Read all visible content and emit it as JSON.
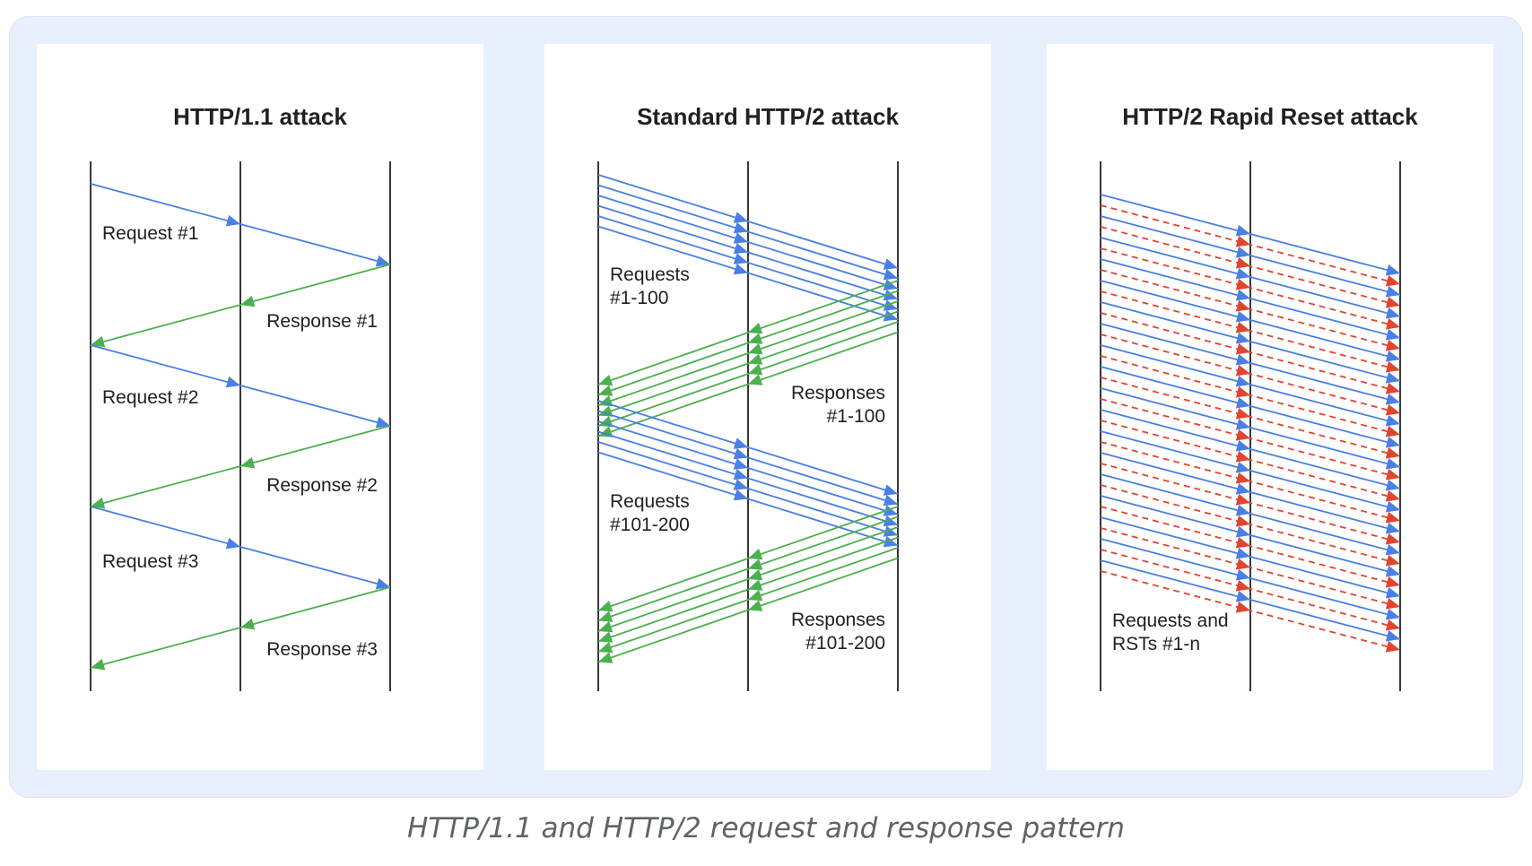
{
  "colors": {
    "request": "#4a7fe3",
    "response": "#4caf50",
    "reset": "#e0452f",
    "lifeline": "#202124",
    "background": "#e8effd",
    "panel": "#ffffff"
  },
  "panels": [
    {
      "title": "HTTP/1.1 attack",
      "labels": [
        {
          "text": [
            "Request #1"
          ],
          "anchor": "start"
        },
        {
          "text": [
            "Response #1"
          ],
          "anchor": "end"
        },
        {
          "text": [
            "Request #2"
          ],
          "anchor": "start"
        },
        {
          "text": [
            "Response #2"
          ],
          "anchor": "end"
        },
        {
          "text": [
            "Request #3"
          ],
          "anchor": "start"
        },
        {
          "text": [
            "Response #3"
          ],
          "anchor": "end"
        }
      ]
    },
    {
      "title": "Standard HTTP/2 attack",
      "labels": [
        {
          "text": [
            "Requests",
            "#1-100"
          ],
          "anchor": "start"
        },
        {
          "text": [
            "Responses",
            "#1-100"
          ],
          "anchor": "end"
        },
        {
          "text": [
            "Requests",
            "#101-200"
          ],
          "anchor": "start"
        },
        {
          "text": [
            "Responses",
            "#101-200"
          ],
          "anchor": "end"
        }
      ]
    },
    {
      "title": "HTTP/2 Rapid Reset attack",
      "labels": [
        {
          "text": [
            "Requests and",
            "RSTs #1-n"
          ],
          "anchor": "start"
        }
      ]
    }
  ],
  "caption": "HTTP/1.1 and HTTP/2 request and response pattern"
}
